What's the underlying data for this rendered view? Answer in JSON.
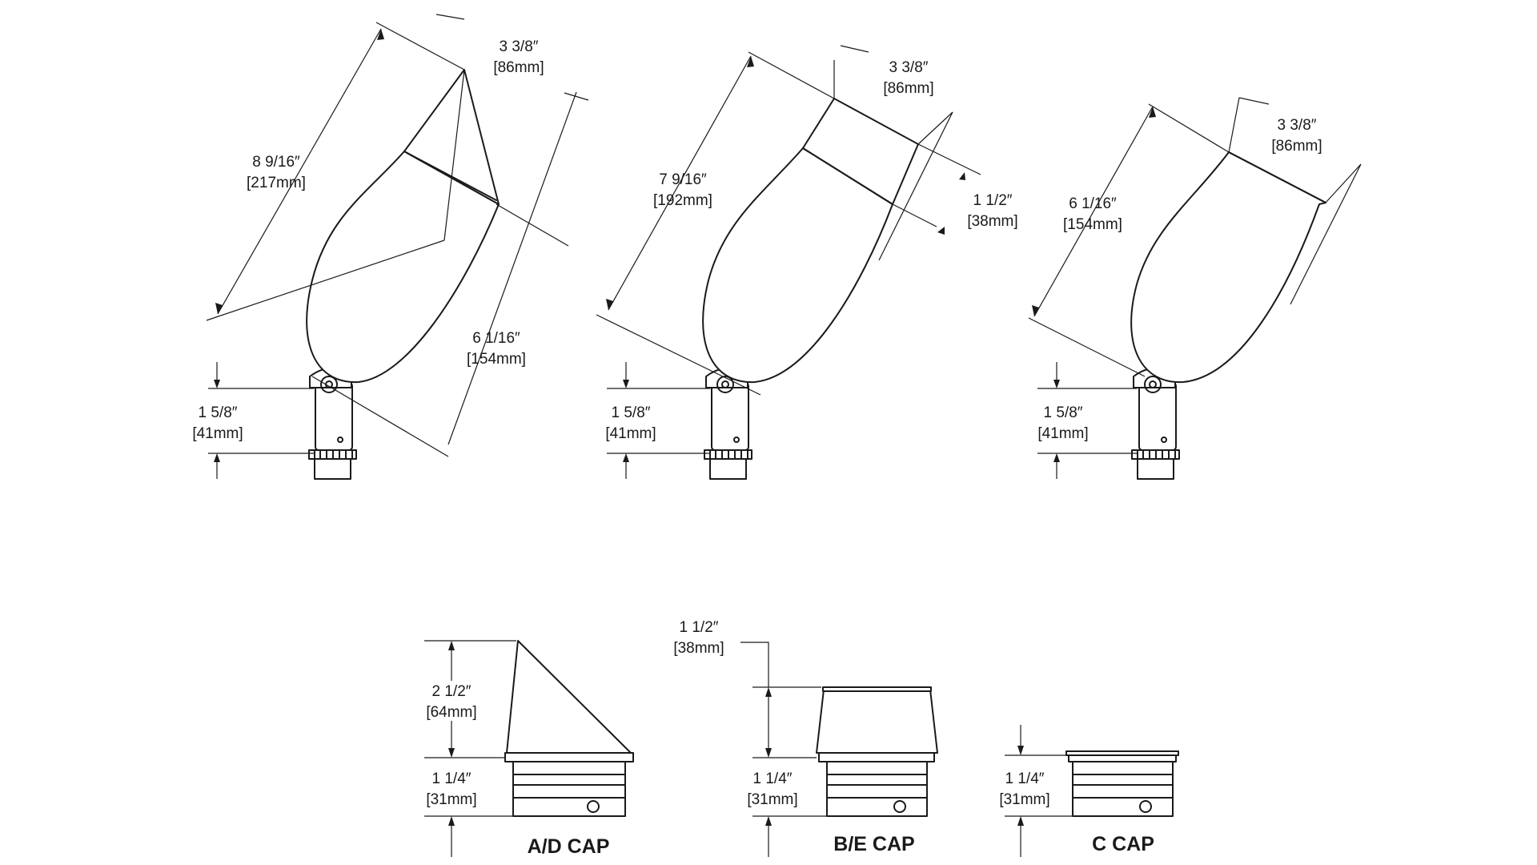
{
  "fixtures": [
    {
      "label_total": "8 9/16″",
      "label_total_mm": "[217mm]",
      "label_width": "3 3/8″",
      "label_width_mm": "[86mm]",
      "label_body": "6 1/16″",
      "label_body_mm": "[154mm]",
      "label_stem": "1 5/8″",
      "label_stem_mm": "[41mm]"
    },
    {
      "label_total": "7 9/16″",
      "label_total_mm": "[192mm]",
      "label_width": "3 3/8″",
      "label_width_mm": "[86mm]",
      "label_cap": "1 1/2″",
      "label_cap_mm": "[38mm]",
      "label_stem": "1 5/8″",
      "label_stem_mm": "[41mm]"
    },
    {
      "label_total": "6 1/16″",
      "label_total_mm": "[154mm]",
      "label_width": "3 3/8″",
      "label_width_mm": "[86mm]",
      "label_stem": "1 5/8″",
      "label_stem_mm": "[41mm]"
    }
  ],
  "caps": [
    {
      "title": "A/D CAP",
      "dim_top": "2 1/2″",
      "dim_top_mm": "[64mm]",
      "dim_base": "1 1/4″",
      "dim_base_mm": "[31mm]"
    },
    {
      "title": "B/E CAP",
      "dim_top": "1 1/2″",
      "dim_top_mm": "[38mm]",
      "dim_base": "1 1/4″",
      "dim_base_mm": "[31mm]"
    },
    {
      "title": "C CAP",
      "dim_base": "1 1/4″",
      "dim_base_mm": "[31mm]"
    }
  ]
}
